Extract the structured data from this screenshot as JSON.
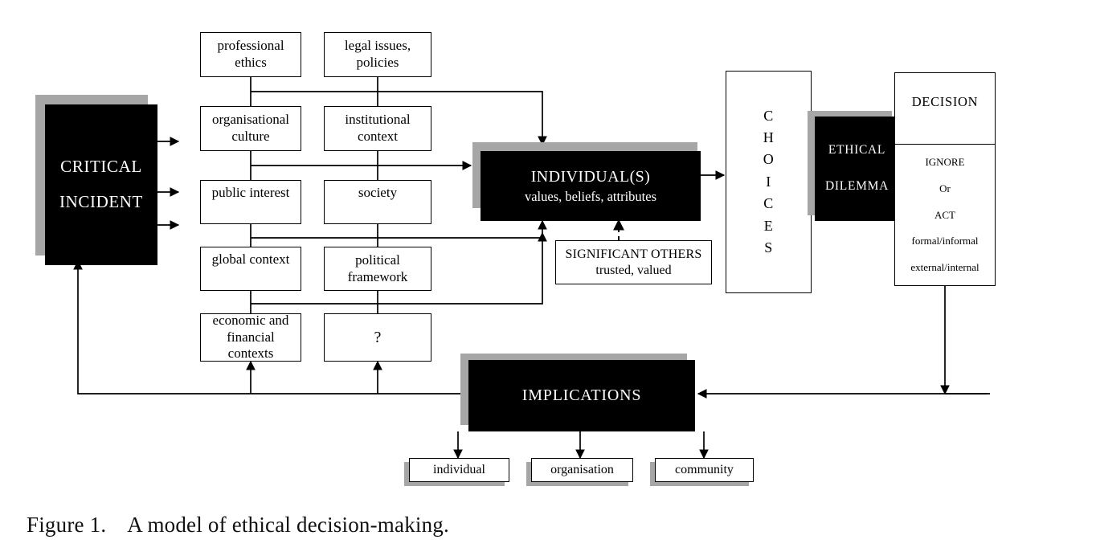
{
  "figure": {
    "label": "Figure 1.",
    "caption": "A model of ethical decision-making."
  },
  "nodes": {
    "critical_incident": {
      "line1": "CRITICAL",
      "line2": "INCIDENT"
    },
    "professional_ethics": {
      "line1": "professional",
      "line2": "ethics"
    },
    "legal_issues": {
      "line1": "legal issues,",
      "line2": "policies"
    },
    "organisational_culture": {
      "line1": "organisational",
      "line2": "culture"
    },
    "institutional_context": {
      "line1": "institutional",
      "line2": "context"
    },
    "public_interest": {
      "line1": "public interest",
      "line2": ""
    },
    "society": {
      "line1": "society",
      "line2": ""
    },
    "global_context": {
      "line1": "global context",
      "line2": ""
    },
    "political_framework": {
      "line1": "political",
      "line2": "framework"
    },
    "economic_financial": {
      "line1": "economic and",
      "line2": "financial",
      "line3": "contexts"
    },
    "unknown": {
      "line1": "?"
    },
    "individuals": {
      "title": "INDIVIDUAL(S)",
      "subtitle": "values, beliefs, attributes"
    },
    "significant_others": {
      "title": "SIGNIFICANT OTHERS",
      "subtitle": "trusted, valued"
    },
    "choices": {
      "letters": [
        "C",
        "H",
        "O",
        "I",
        "C",
        "E",
        "S"
      ]
    },
    "ethical_dilemma": {
      "line1": "ETHICAL",
      "line2": "DILEMMA"
    },
    "decision": {
      "heading": "DECISION",
      "options": [
        "IGNORE",
        "Or",
        "ACT",
        "formal/informal",
        "external/internal"
      ]
    },
    "implications": {
      "title": "IMPLICATIONS"
    },
    "outcomes": [
      {
        "label": "individual"
      },
      {
        "label": "organisation"
      },
      {
        "label": "community"
      }
    ]
  },
  "colors": {
    "fill_black": "#000000",
    "fill_white": "#ffffff",
    "shadow_gray": "#a6a6a6",
    "stroke": "#000000",
    "text_light": "#ffffff"
  }
}
